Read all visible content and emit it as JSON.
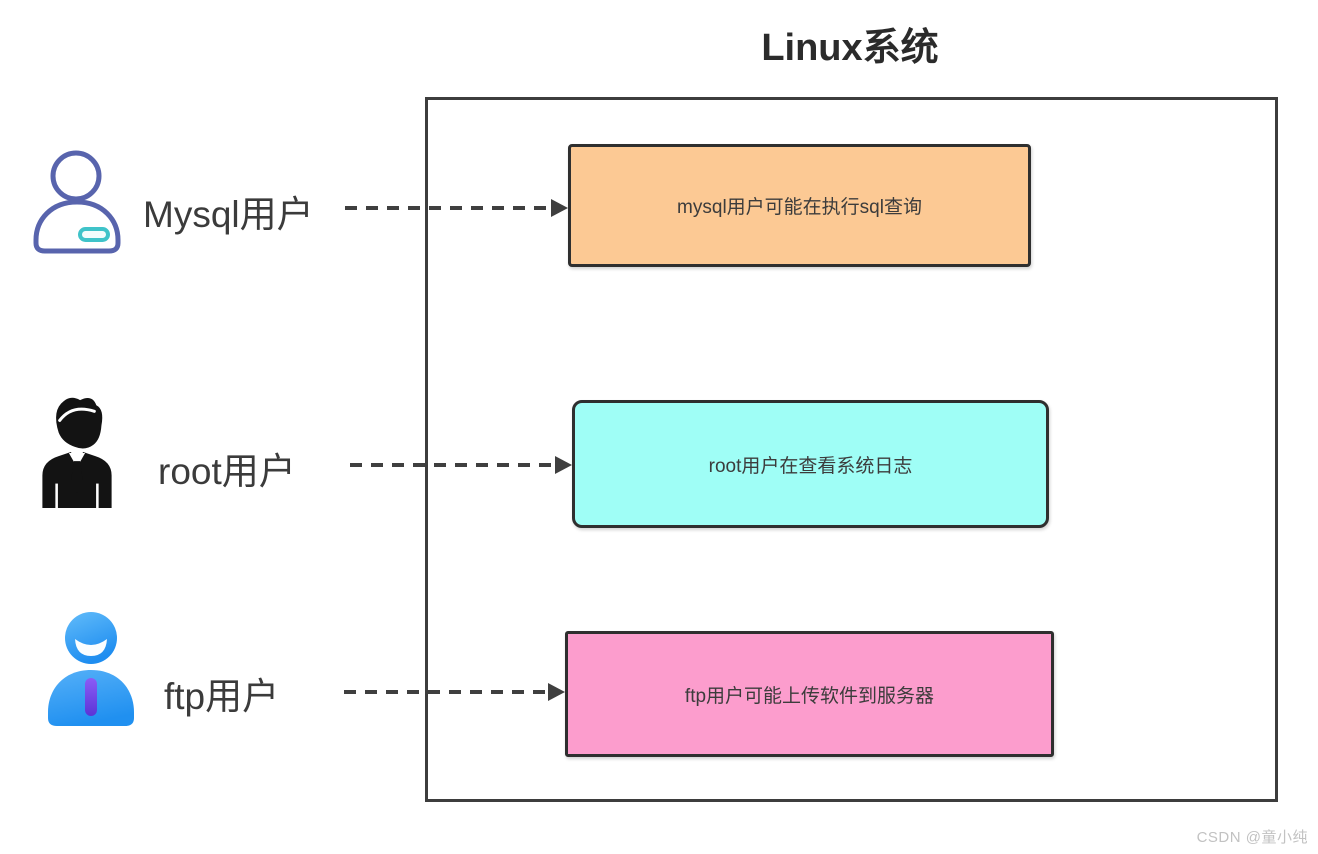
{
  "title": "Linux系统",
  "watermark": "CSDN @童小纯",
  "users": [
    {
      "label": "Mysql用户",
      "icon": "person-outline-icon"
    },
    {
      "label": "root用户",
      "icon": "businessman-silhouette-icon"
    },
    {
      "label": "ftp用户",
      "icon": "person-filled-blue-icon"
    }
  ],
  "boxes": [
    {
      "text": "mysql用户可能在执行sql查询",
      "bg": "#FCC994"
    },
    {
      "text": "root用户在查看系统日志",
      "bg": "#9FFEF6"
    },
    {
      "text": "ftp用户可能上传软件到服务器",
      "bg": "#FC9DCD"
    }
  ],
  "colors": {
    "container_border": "#3D3D3D",
    "box_border": "#2F2F2F",
    "arrow": "#3F3F3F",
    "label_text": "#3B3B3B",
    "title_text": "#2B2B2B",
    "mysql_icon_stroke": "#5864AD",
    "mysql_icon_badge": "#3FC3C9",
    "root_icon_fill": "#131313",
    "ftp_icon_fill_top": "#55B4F8",
    "ftp_icon_fill_bottom": "#1E8DF0",
    "ftp_icon_tie": "#6C4FE0",
    "watermark_text": "#C2C2C2"
  }
}
